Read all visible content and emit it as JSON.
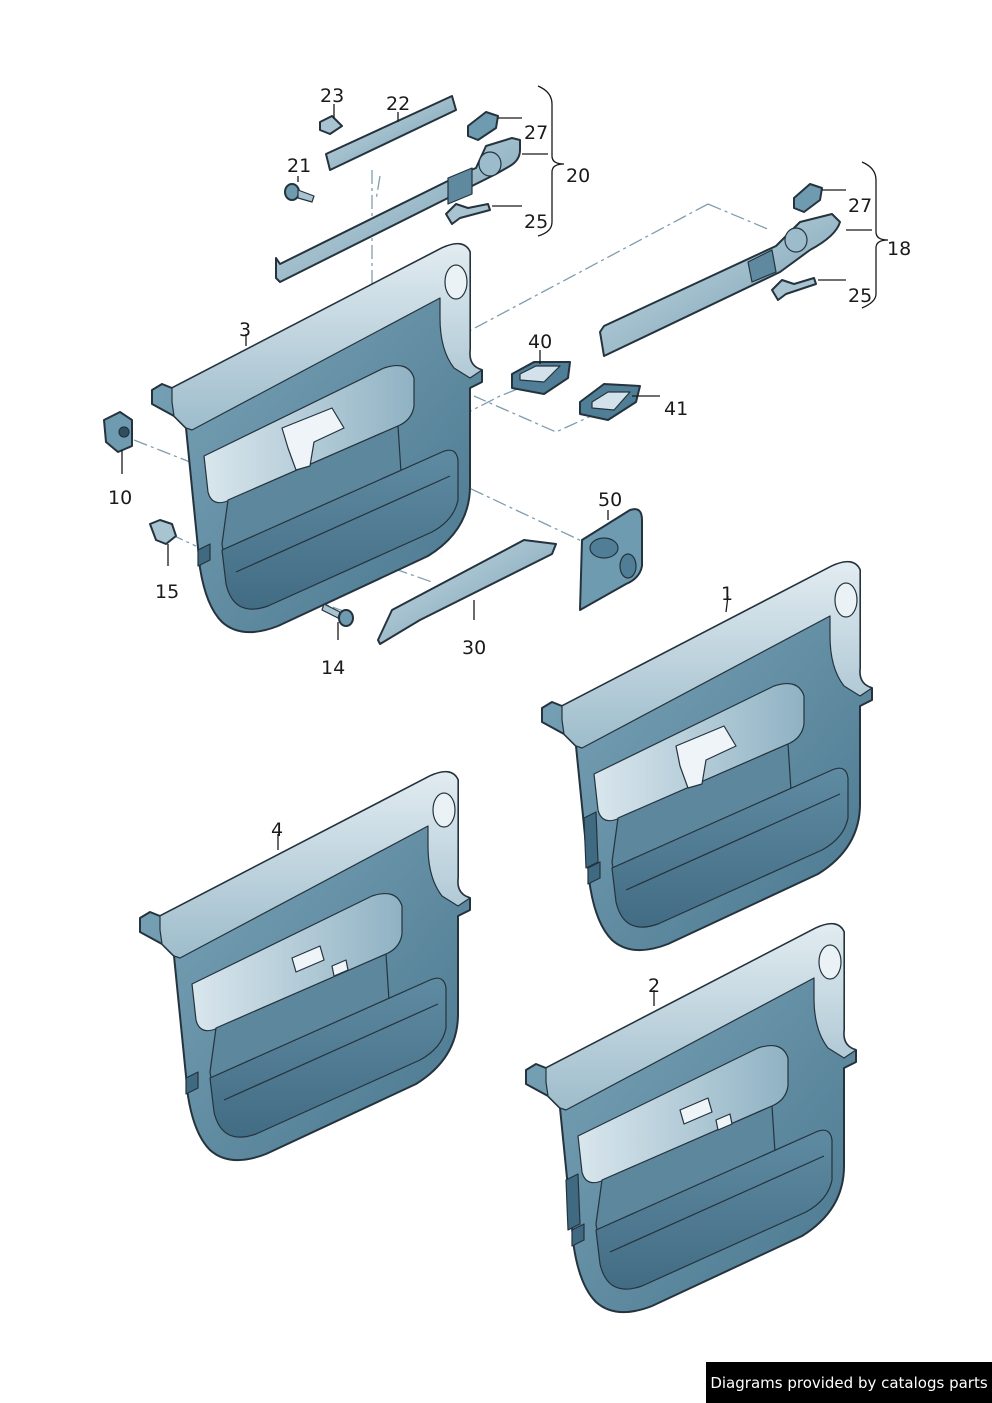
{
  "callouts": {
    "c1": "1",
    "c2": "2",
    "c3": "3",
    "c4": "4",
    "c10": "10",
    "c14": "14",
    "c15": "15",
    "c18": "18",
    "c20": "20",
    "c21": "21",
    "c22": "22",
    "c23": "23",
    "c25a": "25",
    "c25b": "25",
    "c27a": "27",
    "c27b": "27",
    "c30": "30",
    "c40": "40",
    "c41": "41",
    "c50": "50"
  },
  "watermark": "Diagrams provided by catalogs parts",
  "colors": {
    "panel_dark": "#4f7e96",
    "panel_mid": "#6f9bb0",
    "panel_light": "#a9c4d1",
    "panel_pale": "#d3e2ea",
    "outline": "#24333d",
    "leader_dash": "#7f9db0"
  }
}
